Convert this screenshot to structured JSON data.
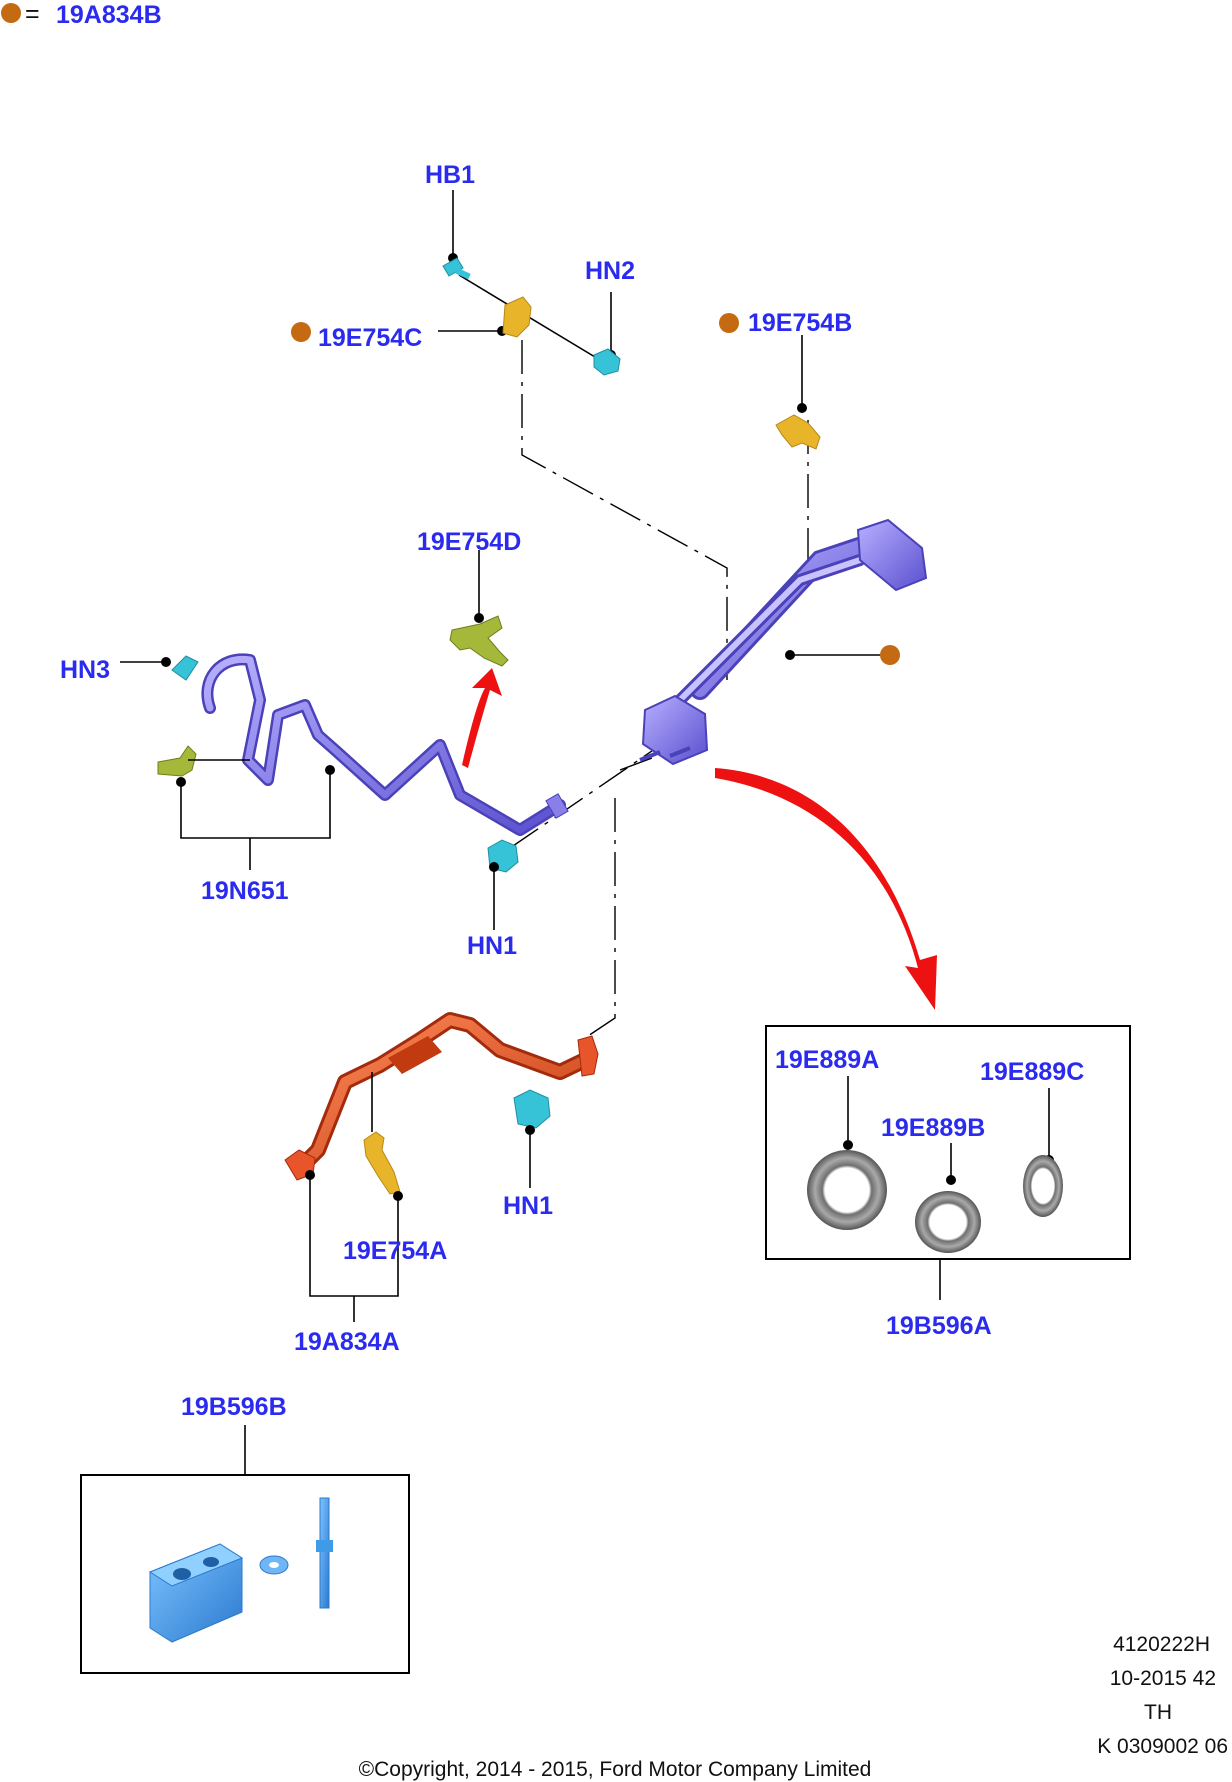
{
  "legend": {
    "symbol": "●",
    "equals": "=",
    "part": "19A834B"
  },
  "labels": {
    "hb1": "HB1",
    "hn2": "HN2",
    "e754c": "19E754C",
    "e754b": "19E754B",
    "e754d": "19E754D",
    "hn3": "HN3",
    "n651": "19N651",
    "hn1_upper": "HN1",
    "hn1_lower": "HN1",
    "e754a": "19E754A",
    "a834a": "19A834A",
    "e889a": "19E889A",
    "e889b": "19E889B",
    "e889c": "19E889C",
    "b596a": "19B596A",
    "b596b": "19B596B"
  },
  "doc_info": {
    "line1": "4120222H",
    "line2": "10-2015 42",
    "line3": "TH",
    "line4": "K 0309002 06"
  },
  "copyright": "©Copyright, 2014 - 2015, Ford Motor Company Limited",
  "colors": {
    "label": "#2b2bf0",
    "marker": "#c46a12",
    "arrow": "#ee1111",
    "purple_part": "#8a7fe8",
    "orange_part": "#e8552a",
    "cyan_part": "#36c3d8",
    "yellow_part": "#e8b52a",
    "green_part": "#a6b83a",
    "blue_part": "#3d9be8",
    "seal": "#8a8a8a"
  }
}
